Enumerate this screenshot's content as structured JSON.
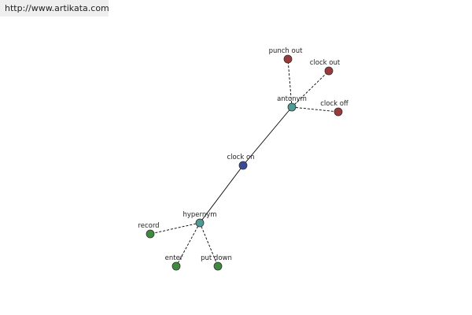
{
  "header": {
    "url": "http://www.artikata.com"
  },
  "graph": {
    "nodes": [
      {
        "id": "clock-on",
        "label": "clock on",
        "color": "#3a4a9a"
      },
      {
        "id": "antonym",
        "label": "antonym",
        "color": "#4e9a94"
      },
      {
        "id": "hypernym",
        "label": "hypernym",
        "color": "#4e9a94"
      },
      {
        "id": "punch-out",
        "label": "punch out",
        "color": "#9a3a3a"
      },
      {
        "id": "clock-out",
        "label": "clock out",
        "color": "#9a3a3a"
      },
      {
        "id": "clock-off",
        "label": "clock off",
        "color": "#9a3a3a"
      },
      {
        "id": "record",
        "label": "record",
        "color": "#3e8a3e"
      },
      {
        "id": "enter",
        "label": "enter",
        "color": "#3e8a3e"
      },
      {
        "id": "put-down",
        "label": "put down",
        "color": "#3e8a3e"
      }
    ],
    "edges": [
      {
        "from": "clock-on",
        "to": "antonym",
        "style": "solid"
      },
      {
        "from": "clock-on",
        "to": "hypernym",
        "style": "solid"
      },
      {
        "from": "antonym",
        "to": "punch-out",
        "style": "dashed"
      },
      {
        "from": "antonym",
        "to": "clock-out",
        "style": "dashed"
      },
      {
        "from": "antonym",
        "to": "clock-off",
        "style": "dashed"
      },
      {
        "from": "hypernym",
        "to": "record",
        "style": "dashed"
      },
      {
        "from": "hypernym",
        "to": "enter",
        "style": "dashed"
      },
      {
        "from": "hypernym",
        "to": "put-down",
        "style": "dashed"
      }
    ]
  }
}
